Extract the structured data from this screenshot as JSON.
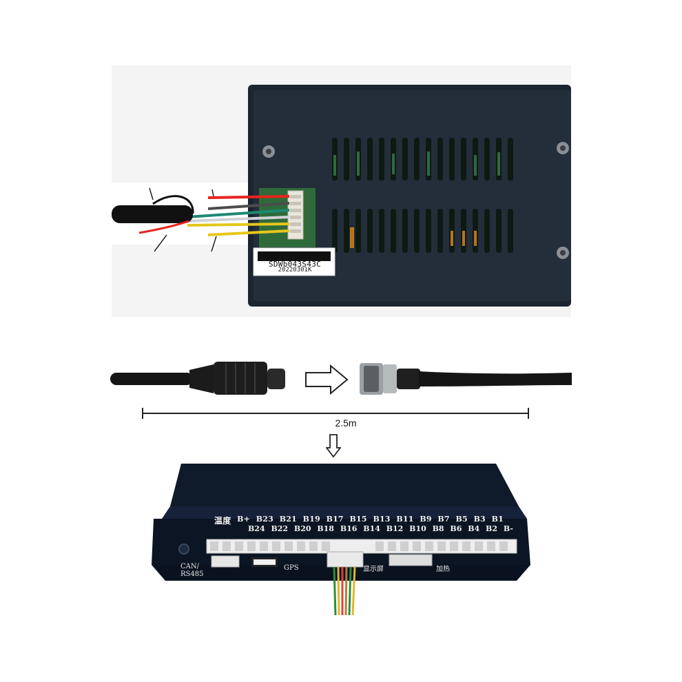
{
  "top_device": {
    "sticker_model": "SDWb043S43C",
    "sticker_date": "20220301K"
  },
  "cable": {
    "length_label": "2.5m"
  },
  "bottom_device": {
    "row_top": [
      "温度",
      "B+",
      "B23",
      "B21",
      "B19",
      "B17",
      "B15",
      "B13",
      "B11",
      "B9",
      "B7",
      "B5",
      "B3",
      "B1"
    ],
    "row_bottom": [
      "B24",
      "B22",
      "B20",
      "B18",
      "B16",
      "B14",
      "B12",
      "B10",
      "B8",
      "B6",
      "B4",
      "B2",
      "B-"
    ],
    "port_can": "CAN/",
    "port_rs485": "RS485",
    "port_gps": "GPS",
    "port_display": "显示屏",
    "port_heat": "加热"
  }
}
